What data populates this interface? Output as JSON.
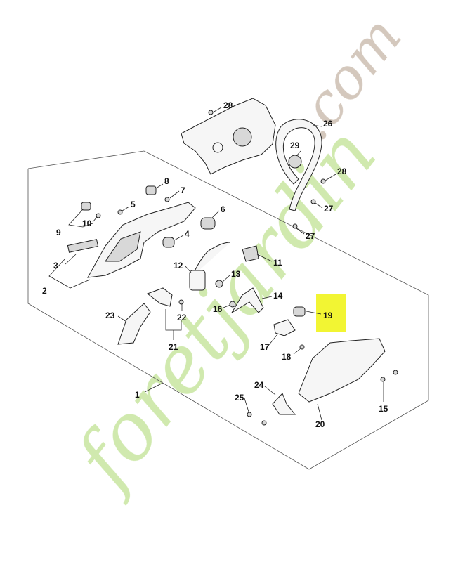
{
  "watermark": {
    "brand": "foretjardin",
    "tld": ".com",
    "colors": {
      "green": "#c8e6a0",
      "orange": "#f6c98a",
      "brown": "#cdbfb2"
    }
  },
  "highlight_color": "#f2f533",
  "callouts": [
    {
      "id": "c28a",
      "label": "28"
    },
    {
      "id": "c26",
      "label": "26"
    },
    {
      "id": "c29",
      "label": "29"
    },
    {
      "id": "c28b",
      "label": "28"
    },
    {
      "id": "c27a",
      "label": "27"
    },
    {
      "id": "c27b",
      "label": "27"
    },
    {
      "id": "c8",
      "label": "8"
    },
    {
      "id": "c7",
      "label": "7"
    },
    {
      "id": "c5",
      "label": "5"
    },
    {
      "id": "c6",
      "label": "6"
    },
    {
      "id": "c10",
      "label": "10"
    },
    {
      "id": "c9",
      "label": "9"
    },
    {
      "id": "c4",
      "label": "4"
    },
    {
      "id": "c11",
      "label": "11"
    },
    {
      "id": "c3",
      "label": "3"
    },
    {
      "id": "c12",
      "label": "12"
    },
    {
      "id": "c13",
      "label": "13"
    },
    {
      "id": "c2",
      "label": "2"
    },
    {
      "id": "c14",
      "label": "14"
    },
    {
      "id": "c16",
      "label": "16"
    },
    {
      "id": "c22",
      "label": "22"
    },
    {
      "id": "c23",
      "label": "23"
    },
    {
      "id": "c19",
      "label": "19"
    },
    {
      "id": "c21",
      "label": "21"
    },
    {
      "id": "c17",
      "label": "17"
    },
    {
      "id": "c18",
      "label": "18"
    },
    {
      "id": "c1",
      "label": "1"
    },
    {
      "id": "c24",
      "label": "24"
    },
    {
      "id": "c25",
      "label": "25"
    },
    {
      "id": "c15",
      "label": "15"
    },
    {
      "id": "c20",
      "label": "20"
    }
  ]
}
